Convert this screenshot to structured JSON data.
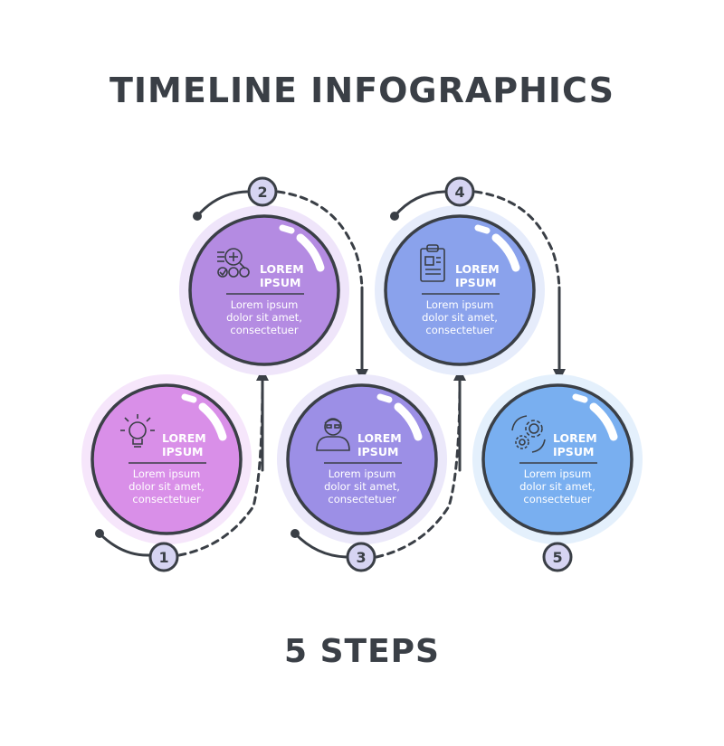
{
  "title": "TIMELINE INFOGRAPHICS",
  "subtitle": "5 STEPS",
  "steps": [
    {
      "number": "1",
      "heading_line1": "LOREM",
      "heading_line2": "IPSUM",
      "text_line1": "Lorem ipsum",
      "text_line2": "dolor sit amet,",
      "text_line3": "consectetuer",
      "icon": "lightbulb-icon",
      "color": "#d98fe8",
      "halo": "#f6e6fb"
    },
    {
      "number": "2",
      "heading_line1": "LOREM",
      "heading_line2": "IPSUM",
      "text_line1": "Lorem ipsum",
      "text_line2": "dolor sit amet,",
      "text_line3": "consectetuer",
      "icon": "magnifier-checklist-icon",
      "color": "#b48be2",
      "halo": "#efe5fa"
    },
    {
      "number": "3",
      "heading_line1": "LOREM",
      "heading_line2": "IPSUM",
      "text_line1": "Lorem ipsum",
      "text_line2": "dolor sit amet,",
      "text_line3": "consectetuer",
      "icon": "person-icon",
      "color": "#9c8fe6",
      "halo": "#ebe8fa"
    },
    {
      "number": "4",
      "heading_line1": "LOREM",
      "heading_line2": "IPSUM",
      "text_line1": "Lorem ipsum",
      "text_line2": "dolor sit amet,",
      "text_line3": "consectetuer",
      "icon": "clipboard-icon",
      "color": "#8aa2ec",
      "halo": "#e6ecfb"
    },
    {
      "number": "5",
      "heading_line1": "LOREM",
      "heading_line2": "IPSUM",
      "text_line1": "Lorem ipsum",
      "text_line2": "dolor sit amet,",
      "text_line3": "consectetuer",
      "icon": "gears-icon",
      "color": "#79aff0",
      "halo": "#e4f0fc"
    }
  ],
  "colors": {
    "outline": "#3a3f46",
    "badge_fill": "#d6d4f2"
  }
}
